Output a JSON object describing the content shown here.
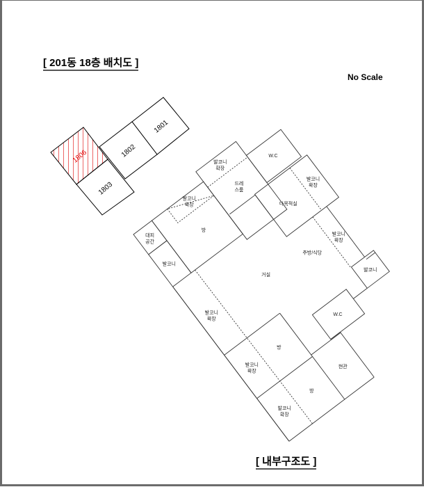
{
  "header": {
    "site_title": "[ 201동 18층 배치도 ]",
    "scale_note": "No Scale",
    "plan_title": "[ 내부구조도 ]"
  },
  "site_plan": {
    "units": [
      {
        "id": "1801",
        "highlighted": false
      },
      {
        "id": "1802",
        "highlighted": false
      },
      {
        "id": "1803",
        "highlighted": false
      },
      {
        "id": "1806",
        "highlighted": true
      }
    ],
    "highlight_color": "#e00000"
  },
  "floor_plan": {
    "rooms": [
      {
        "key": "refuge",
        "label": [
          "대피",
          "공간"
        ]
      },
      {
        "key": "balcony-left",
        "label": [
          "발코니"
        ]
      },
      {
        "key": "room-top",
        "label": [
          "방"
        ]
      },
      {
        "key": "balcony-ext-room-top",
        "label": [
          "발코니",
          "확장"
        ]
      },
      {
        "key": "balcony-ext-dress",
        "label": [
          "발코니",
          "확장"
        ]
      },
      {
        "key": "dressroom",
        "label": [
          "드레",
          "스룸"
        ]
      },
      {
        "key": "wc-top",
        "label": [
          "W.C"
        ]
      },
      {
        "key": "multipurpose",
        "label": [
          "다목적실"
        ]
      },
      {
        "key": "balcony-ext-multi",
        "label": [
          "발코니",
          "확장"
        ]
      },
      {
        "key": "balcony-ext-kitchen",
        "label": [
          "발코니",
          "확장"
        ]
      },
      {
        "key": "kitchen",
        "label": [
          "주방/식당"
        ]
      },
      {
        "key": "living",
        "label": [
          "거실"
        ]
      },
      {
        "key": "balcony-right",
        "label": [
          "발코니"
        ]
      },
      {
        "key": "wc-bottom",
        "label": [
          "W.C"
        ]
      },
      {
        "key": "balcony-ext-living",
        "label": [
          "발코니",
          "확장"
        ]
      },
      {
        "key": "room-mid",
        "label": [
          "방"
        ]
      },
      {
        "key": "balcony-ext-mid",
        "label": [
          "발코니",
          "확장"
        ]
      },
      {
        "key": "room-bottom",
        "label": [
          "방"
        ]
      },
      {
        "key": "balcony-ext-bottom",
        "label": [
          "발코니",
          "확장"
        ]
      },
      {
        "key": "entrance",
        "label": [
          "현관"
        ]
      }
    ]
  }
}
